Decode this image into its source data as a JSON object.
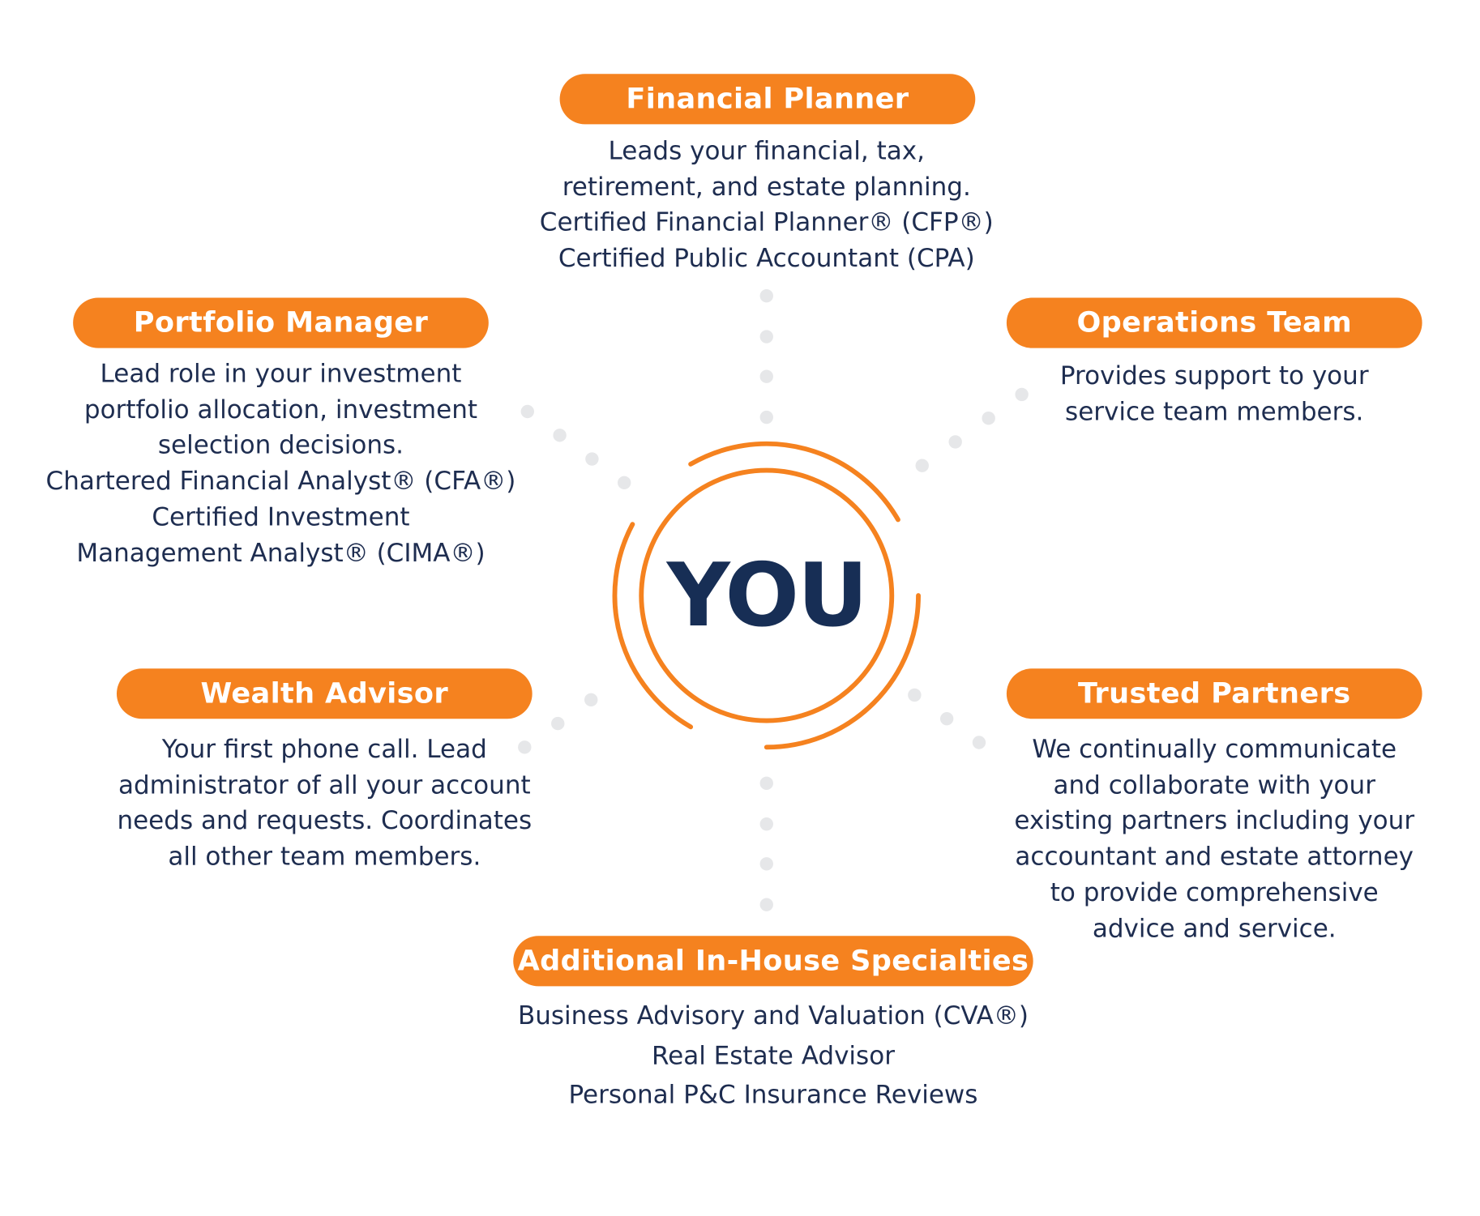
{
  "center": {
    "label": "YOU"
  },
  "colors": {
    "accent": "#f5821f",
    "text": "#1e2d50",
    "center_text": "#172e55",
    "dots": "#e6e7e9"
  },
  "roles": [
    {
      "title": "Financial Planner",
      "lines": [
        "Leads your financial, tax,",
        "retirement, and estate planning.",
        "Certified Financial Planner® (CFP®)",
        "Certified Public Accountant (CPA)"
      ]
    },
    {
      "title": "Portfolio Manager",
      "lines": [
        "Lead role in your investment",
        "portfolio allocation, investment",
        "selection decisions.",
        "Chartered Financial Analyst® (CFA®)",
        "Certified Investment",
        "Management Analyst® (CIMA®)"
      ]
    },
    {
      "title": "Operations Team",
      "lines": [
        "Provides support to your",
        "service team members."
      ]
    },
    {
      "title": "Wealth Advisor",
      "lines": [
        "Your first phone call. Lead",
        "administrator of all your account",
        "needs and requests. Coordinates",
        "all other team members."
      ]
    },
    {
      "title": "Trusted Partners",
      "lines": [
        "We continually communicate",
        "and collaborate with your",
        "existing partners including your",
        "accountant and estate attorney",
        "to provide comprehensive",
        "advice and service."
      ]
    },
    {
      "title": "Additional In-House Specialties",
      "lines": [
        "Business Advisory and Valuation (CVA®)",
        "Real Estate Advisor",
        "Personal P&C Insurance Reviews"
      ]
    }
  ]
}
